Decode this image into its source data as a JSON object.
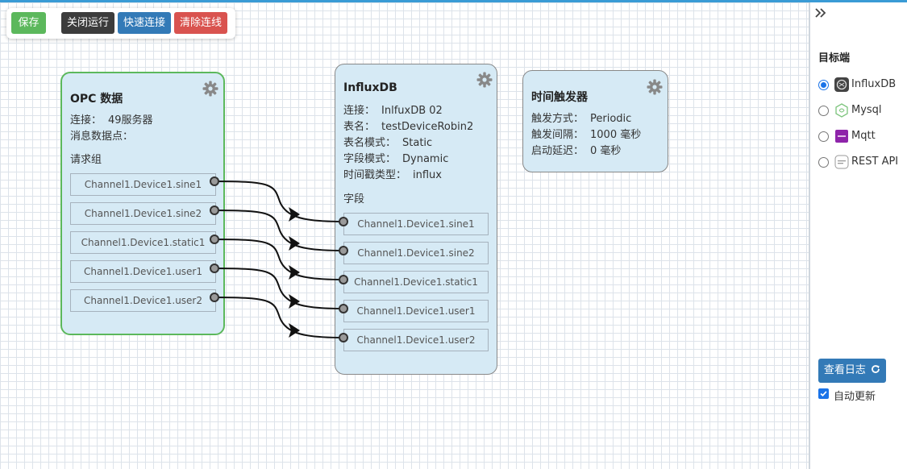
{
  "toolbar": {
    "save": "保存",
    "stop": "关闭运行",
    "quick_connect": "快速连接",
    "clear_wires": "清除连线"
  },
  "opc_node": {
    "title": "OPC 数据",
    "conn_key": "连接：",
    "conn_val": "49服务器",
    "points_label": "消息数据点：",
    "group_label": "请求组",
    "channels": [
      "Channel1.Device1.sine1",
      "Channel1.Device1.sine2",
      "Channel1.Device1.static1",
      "Channel1.Device1.user1",
      "Channel1.Device1.user2"
    ]
  },
  "influx_node": {
    "title": "InfluxDB",
    "rows": [
      {
        "k": "连接：",
        "v": "InlfuxDB 02"
      },
      {
        "k": "表名：",
        "v": "testDeviceRobin2"
      },
      {
        "k": "表名模式：",
        "v": "Static"
      },
      {
        "k": "字段模式：",
        "v": "Dynamic"
      },
      {
        "k": "时间戳类型：",
        "v": "influx"
      }
    ],
    "fields_label": "字段",
    "fields": [
      "Channel1.Device1.sine1",
      "Channel1.Device1.sine2",
      "Channel1.Device1.static1",
      "Channel1.Device1.user1",
      "Channel1.Device1.user2"
    ]
  },
  "timer_node": {
    "title": "时间触发器",
    "rows": [
      {
        "k": "触发方式：",
        "v": "Periodic"
      },
      {
        "k": "触发间隔：",
        "v": "1000 毫秒"
      },
      {
        "k": "启动延迟：",
        "v": "0 毫秒"
      }
    ]
  },
  "sidebar": {
    "title": "目标端",
    "options": [
      {
        "label": "InfluxDB",
        "selected": true,
        "icon": "influxdb-icon"
      },
      {
        "label": "Mysql",
        "selected": false,
        "icon": "mysql-icon"
      },
      {
        "label": "Mqtt",
        "selected": false,
        "icon": "mqtt-icon"
      },
      {
        "label": "REST API",
        "selected": false,
        "icon": "rest-api-icon"
      }
    ],
    "log_button": "查看日志",
    "auto_refresh": "自动更新",
    "auto_refresh_checked": true
  },
  "colors": {
    "accent": "#3a9bd5",
    "save": "#5cb85c",
    "stop": "#3c3c3c",
    "primary": "#337ab7",
    "danger": "#d9534f",
    "node_fill": "#d6eaf5",
    "active_border": "#5cb85c",
    "mqtt": "#8e24aa"
  }
}
